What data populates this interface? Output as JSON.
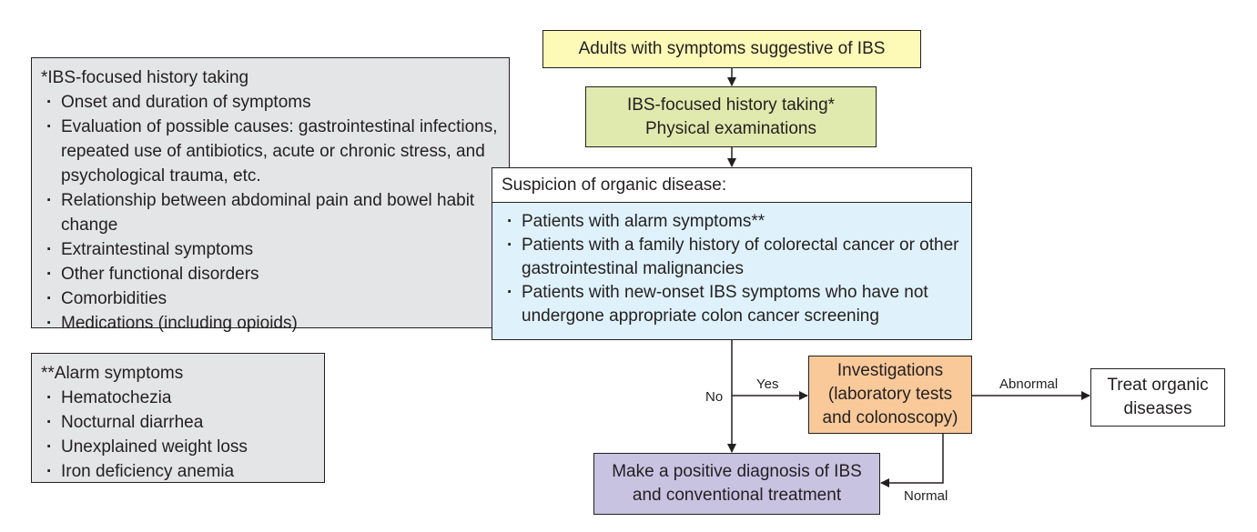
{
  "history_note": {
    "heading": "*IBS-focused history taking",
    "items": [
      "Onset and duration of symptoms",
      "Evaluation of possible causes: gastrointestinal infections, repeated use of antibiotics, acute or chronic stress, and psychological trauma, etc.",
      "Relationship between abdominal pain and bowel habit change",
      "Extraintestinal symptoms",
      "Other functional disorders",
      "Comorbidities",
      "Medications (including opioids)"
    ]
  },
  "alarm_note": {
    "heading": "**Alarm symptoms",
    "items": [
      "Hematochezia",
      "Nocturnal diarrhea",
      "Unexplained weight loss",
      "Iron deficiency anemia"
    ]
  },
  "nodes": {
    "start": "Adults with symptoms suggestive of IBS",
    "history": [
      "IBS-focused history taking*",
      "Physical examinations"
    ],
    "suspicion_heading": "Suspicion of organic disease:",
    "suspicion_items": [
      "Patients with alarm symptoms**",
      "Patients with a family history of colorectal cancer or other gastrointestinal malignancies",
      "Patients with new-onset IBS symptoms who have not undergone appropriate colon cancer screening"
    ],
    "investigations": [
      "Investigations",
      "(laboratory tests",
      "and colonoscopy)"
    ],
    "treat": [
      "Treat organic",
      "diseases"
    ],
    "diagnosis": [
      "Make a positive diagnosis of IBS",
      "and conventional treatment"
    ]
  },
  "edge_labels": {
    "yes": "Yes",
    "no": "No",
    "abnormal": "Abnormal",
    "normal": "Normal"
  },
  "colors": {
    "start_fill": "#fdf9b7",
    "history_fill": "#e1eaae",
    "suspicion_fill": "#dff1fb",
    "investigations_fill": "#f9c99a",
    "diagnosis_fill": "#c9c3e2",
    "note_fill": "#e4e5e6",
    "line": "#231f20"
  }
}
